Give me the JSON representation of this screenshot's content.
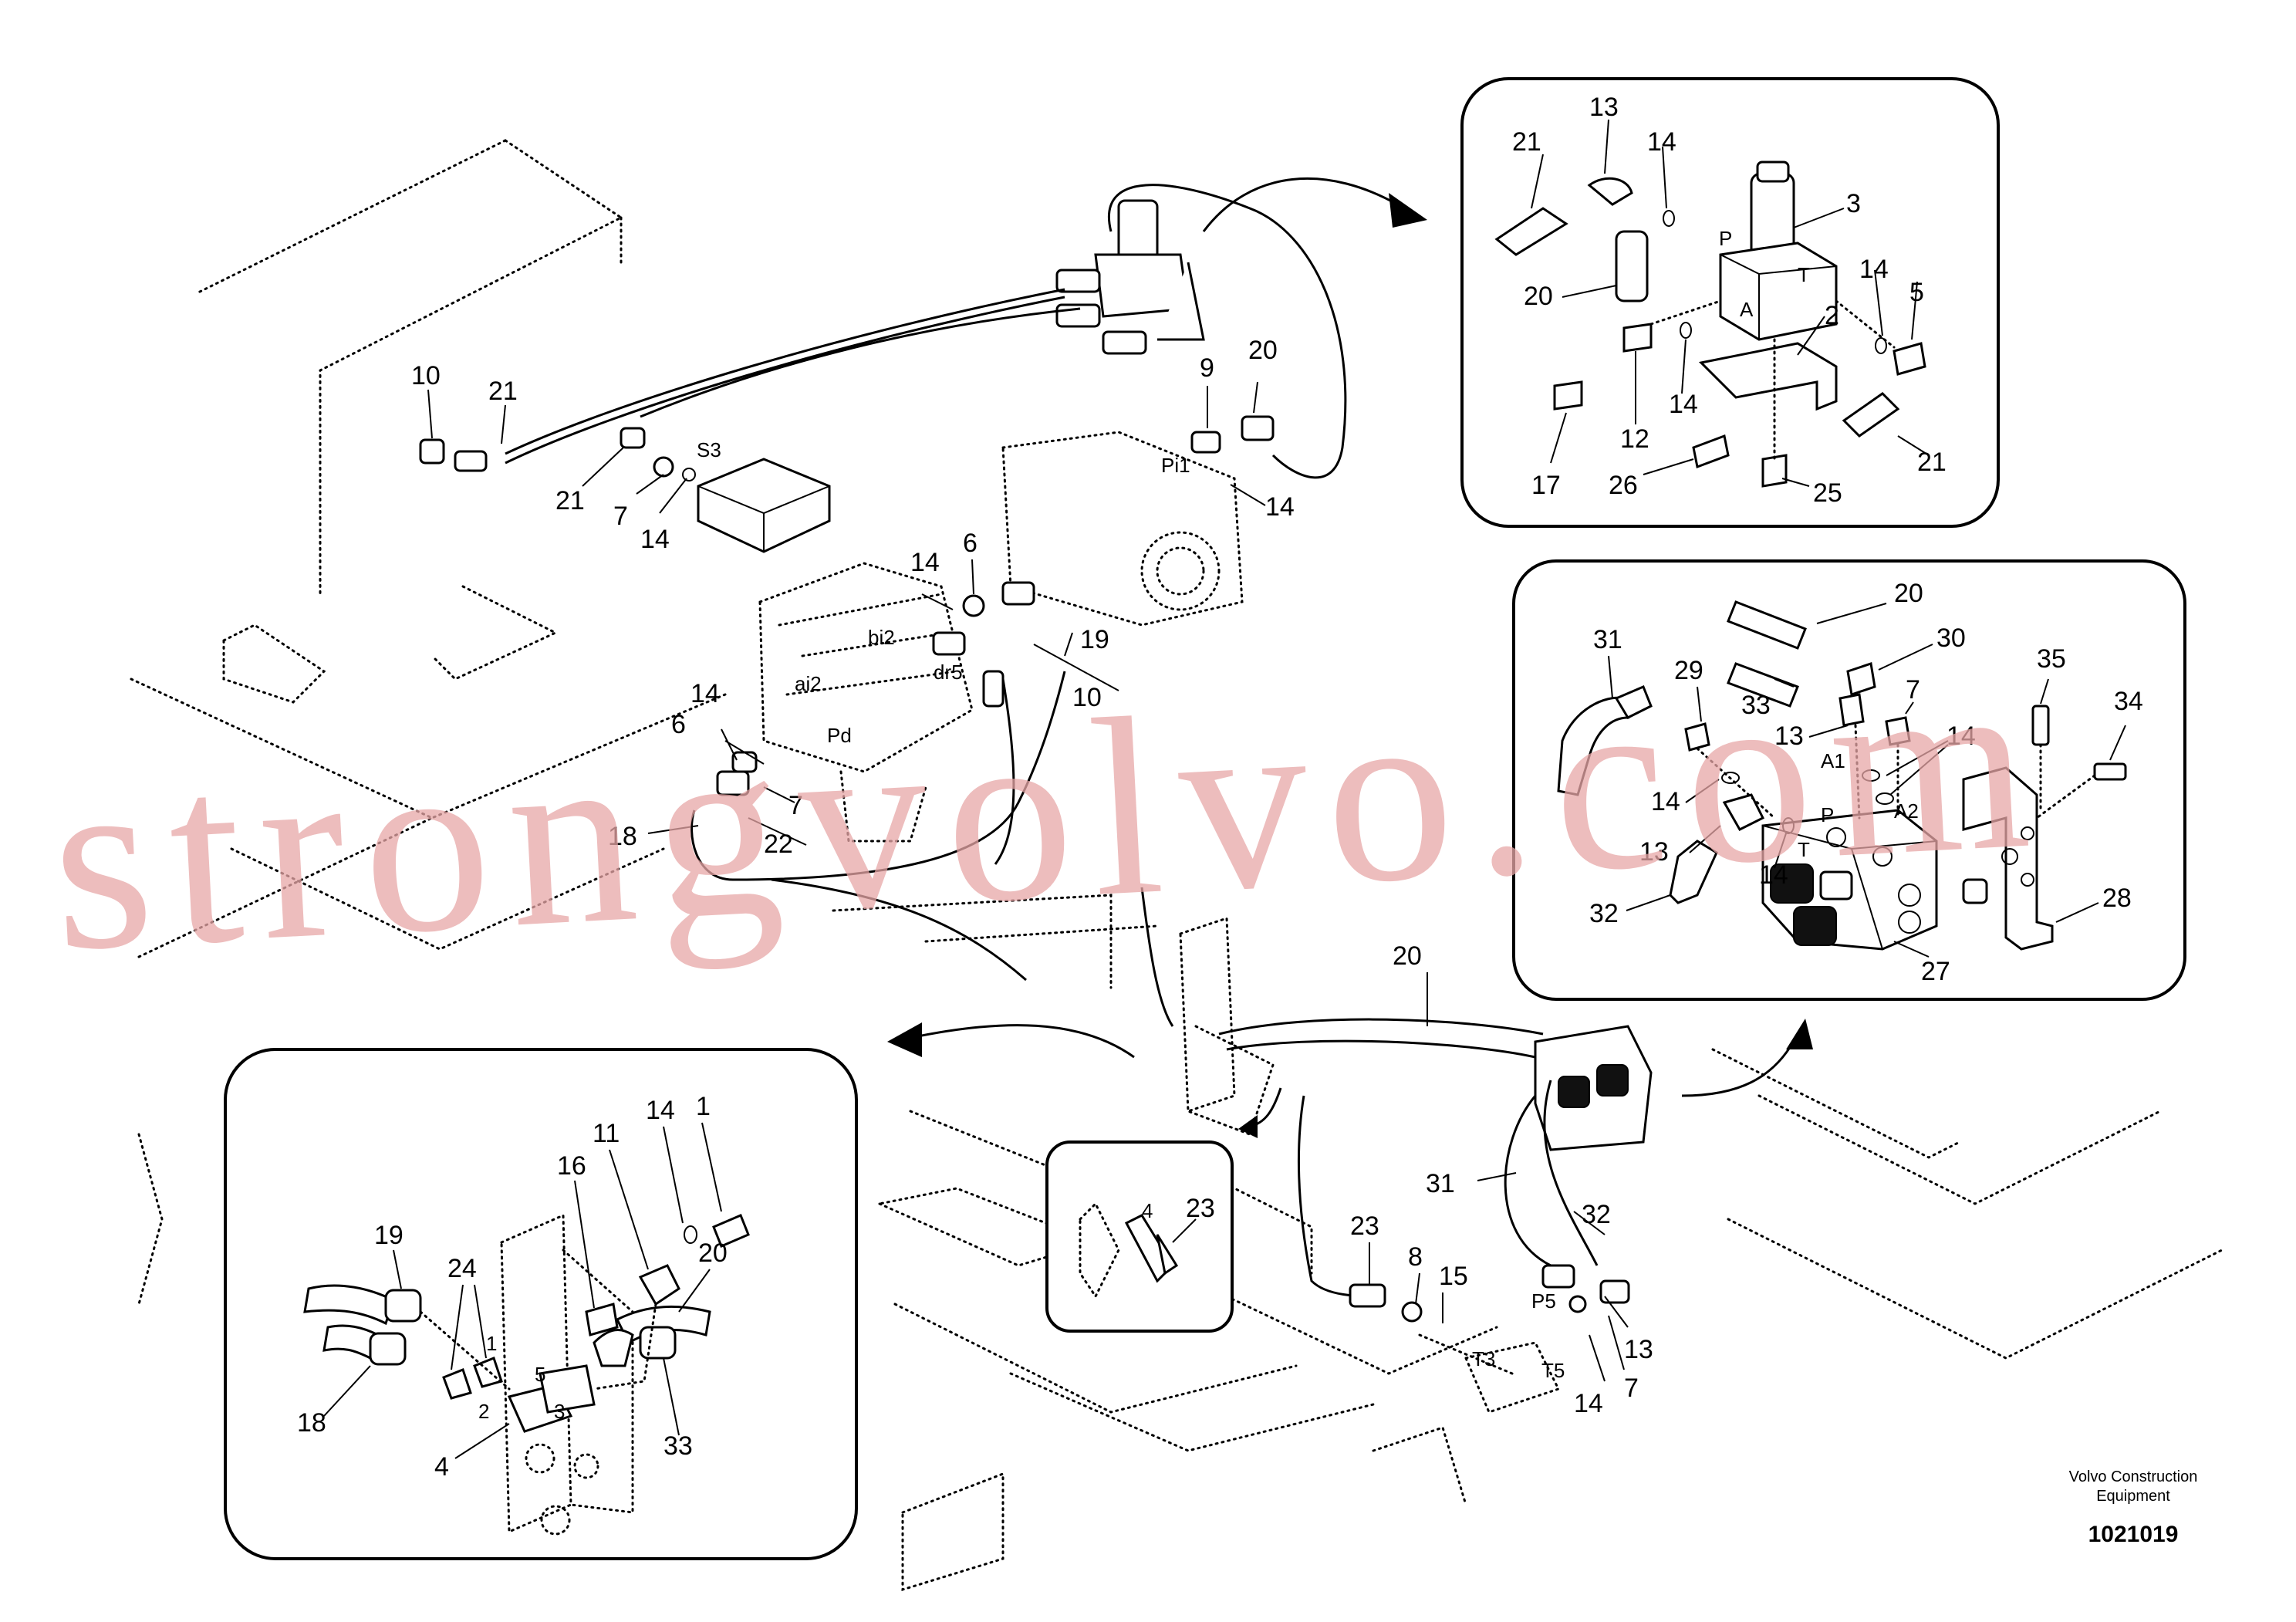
{
  "watermark": "strongvolvo.com",
  "footer": {
    "brand_line1": "Volvo Construction",
    "brand_line2": "Equipment",
    "drawing_number": "1021019"
  },
  "colors": {
    "line": "#000000",
    "watermark": "#e8a7a7",
    "background": "#ffffff"
  },
  "main_callouts": {
    "c10a": "10",
    "c21a": "21",
    "c21b": "21",
    "c7a": "7",
    "c14a": "14",
    "c9": "9",
    "c20a": "20",
    "c14b": "14",
    "c14c": "14",
    "c6a": "6",
    "c19a": "19",
    "c10b": "10",
    "c14d": "14",
    "c6b": "6",
    "c7b": "7",
    "c18a": "18",
    "c22": "22",
    "c20b": "20",
    "c31": "31",
    "c32": "32",
    "c23": "23",
    "c8": "8",
    "c15": "15",
    "c13": "13",
    "c14e": "14",
    "c7c": "7"
  },
  "main_ports": {
    "s3": "S3",
    "pi1": "Pi1",
    "bi2": "bi2",
    "ai2": "ai2",
    "dr5": "dr5",
    "pd": "Pd",
    "p5": "P5",
    "t3": "T3",
    "t5": "T5"
  },
  "inset_top": {
    "callouts": {
      "c21a": "21",
      "c13": "13",
      "c14a": "14",
      "c3": "3",
      "c20": "20",
      "c2": "2",
      "c14b": "14",
      "c5": "5",
      "c14c": "14",
      "c12": "12",
      "c17": "17",
      "c26": "26",
      "c25": "25",
      "c21b": "21"
    },
    "ports": {
      "p": "P",
      "a": "A",
      "t": "T"
    }
  },
  "inset_right": {
    "callouts": {
      "c20": "20",
      "c31": "31",
      "c29": "29",
      "c33": "33",
      "c30": "30",
      "c35": "35",
      "c7": "7",
      "c13a": "13",
      "c34": "34",
      "c14a": "14",
      "c14b": "14",
      "c13b": "13",
      "c14c": "14",
      "c32": "32",
      "c28": "28",
      "c27": "27"
    },
    "ports": {
      "a1": "A1",
      "a2": "A2",
      "p": "P",
      "t": "T"
    }
  },
  "inset_bottom": {
    "callouts": {
      "c1": "1",
      "c14": "14",
      "c11": "11",
      "c16": "16",
      "c19": "19",
      "c24": "24",
      "c20": "20",
      "c18": "18",
      "c33": "33",
      "c4": "4"
    },
    "ports": {
      "p1": "1",
      "p5": "5",
      "p3": "3",
      "p2": "2"
    }
  },
  "inset_small": {
    "callouts": {
      "c23": "23"
    },
    "ports": {
      "p4": "4"
    }
  }
}
